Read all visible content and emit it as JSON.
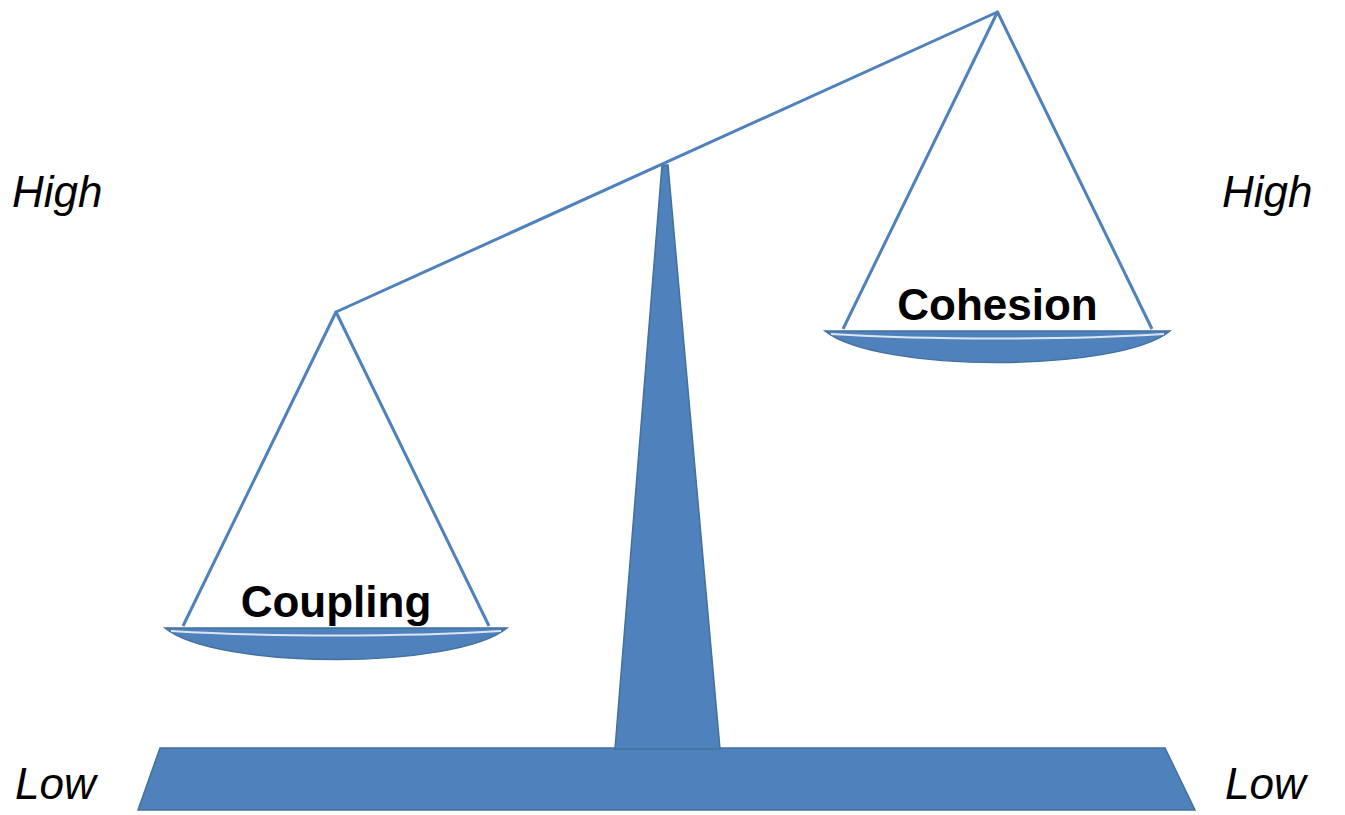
{
  "diagram": {
    "nodes": [
      {
        "text": [
          "Coupling"
        ]
      },
      {
        "text": [
          "Cohesion"
        ]
      }
    ],
    "edges": [
      {
        "from": 0,
        "to": 1,
        "arrow": "none"
      }
    ],
    "labels": [
      "High",
      "High",
      "Low",
      "Low"
    ]
  }
}
